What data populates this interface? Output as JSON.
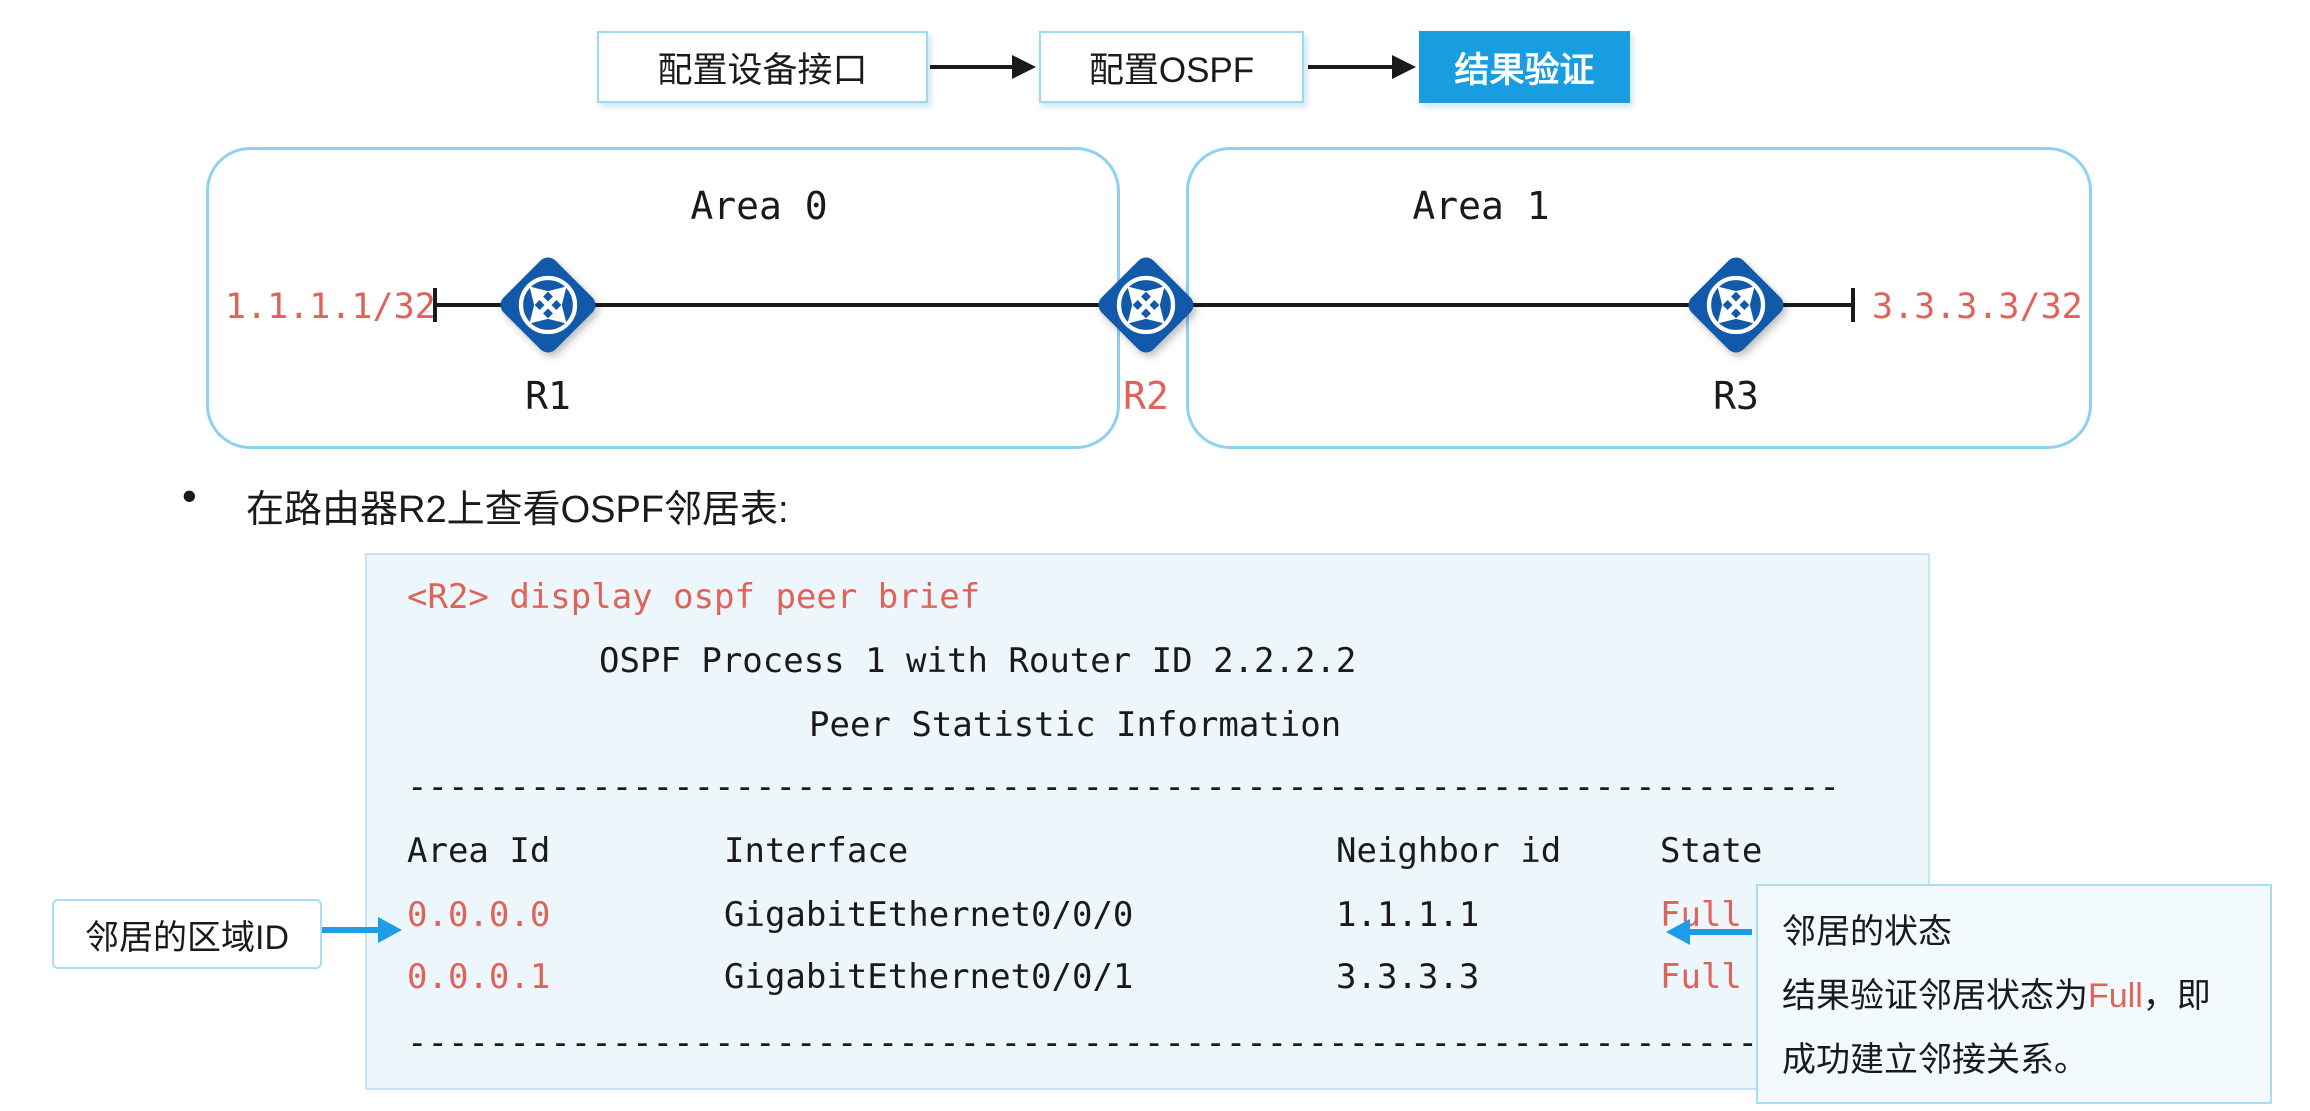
{
  "flow": {
    "steps": [
      {
        "label": "配置设备接口"
      },
      {
        "label": "配置OSPF"
      },
      {
        "label": "结果验证"
      }
    ]
  },
  "topology": {
    "area0_label": "Area 0",
    "area1_label": "Area 1",
    "left_ip": "1.1.1.1/32",
    "right_ip": "3.3.3.3/32",
    "router1": "R1",
    "router2": "R2",
    "router3": "R3"
  },
  "bullet": {
    "marker": "•",
    "text": "在路由器R2上查看OSPF邻居表:"
  },
  "terminal": {
    "command": "<R2> display ospf peer brief",
    "process_line": "OSPF Process 1 with Router ID 2.2.2.2",
    "stat_line": "Peer Statistic Information",
    "divider": "----------------------------------------------------------------------",
    "headers": [
      "Area Id",
      "Interface",
      "Neighbor id",
      "State"
    ],
    "rows": [
      {
        "area_id": "0.0.0.0",
        "interface": "GigabitEthernet0/0/0",
        "neighbor_id": "1.1.1.1",
        "state": "Full"
      },
      {
        "area_id": "0.0.0.1",
        "interface": "GigabitEthernet0/0/1",
        "neighbor_id": "3.3.3.3",
        "state": "Full"
      }
    ]
  },
  "callout_left": {
    "label": "邻居的区域ID"
  },
  "callout_right": {
    "line1": "邻居的状态",
    "line2_prefix": "结果验证邻居状态为",
    "line2_highlight": "Full",
    "line2_suffix": "，即",
    "line3": "成功建立邻接关系。"
  },
  "colors": {
    "accent_blue": "#189de0",
    "highlight_red": "#e0635a",
    "router_blue": "#1259aa",
    "border_light_blue": "#9ed9f3",
    "terminal_bg": "#edf6fa"
  }
}
